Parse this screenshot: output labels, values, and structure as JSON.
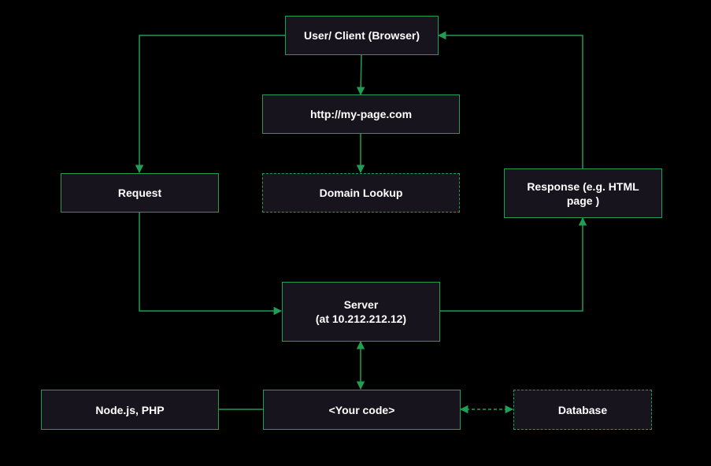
{
  "colors": {
    "background": "#000000",
    "node_fill": "#18141d",
    "stroke": "#1f9e54",
    "text": "#ffffff"
  },
  "nodes": {
    "client": "User/ Client (Browser)",
    "url": "http://my-page.com",
    "request": "Request",
    "domain_lookup": "Domain Lookup",
    "response": "Response (e.g.  HTML\npage )",
    "server": "Server\n(at 10.212.212.12)",
    "runtime": "Node.js, PHP",
    "your_code": "<Your code>",
    "database": "Database"
  }
}
